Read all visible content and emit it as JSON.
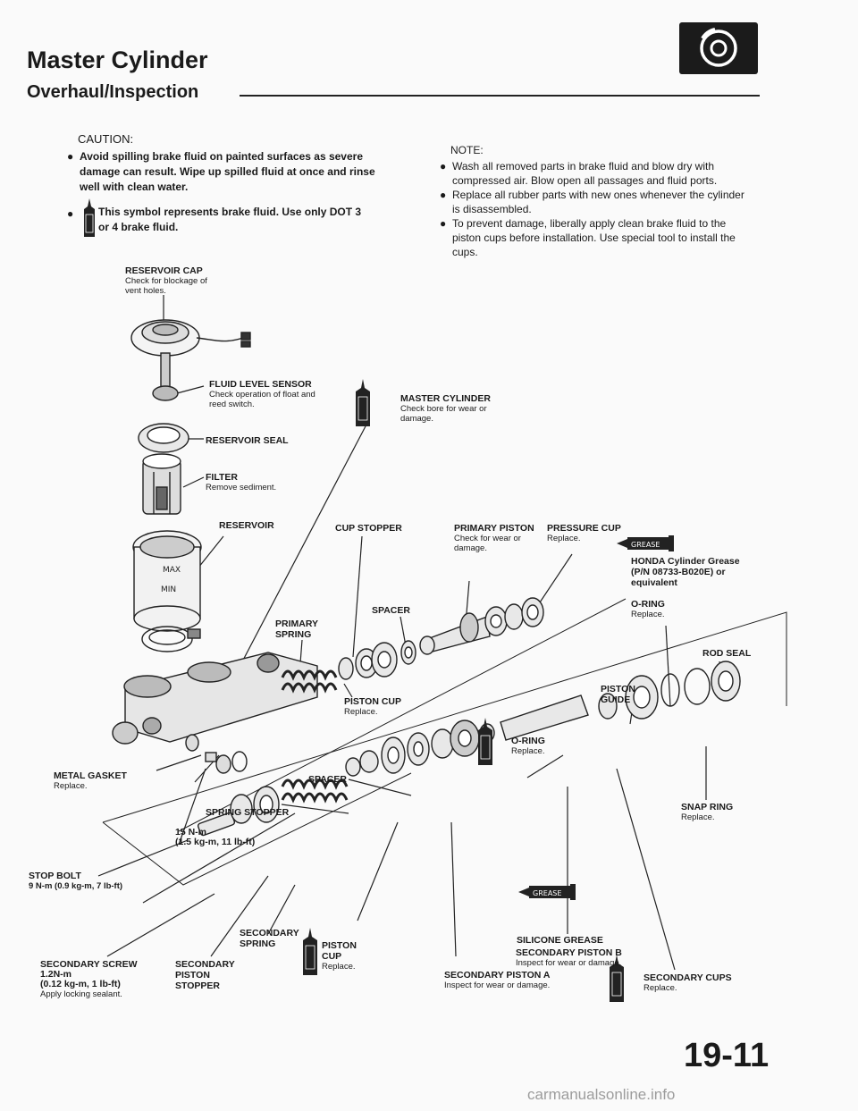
{
  "header": {
    "title": "Master Cylinder",
    "subtitle": "Overhaul/Inspection"
  },
  "caution": {
    "title": "CAUTION:",
    "text": "Avoid spilling brake fluid on painted surfaces as severe damage can result. Wipe up spilled fluid at once and rinse well with clean water.",
    "symbol_text": "This symbol represents brake fluid. Use only DOT 3 or 4 brake fluid."
  },
  "note": {
    "title": "NOTE:",
    "items": [
      "Wash all removed parts in brake fluid and blow dry with compressed air. Blow open all passages and fluid ports.",
      "Replace all rubber parts with new ones whenever the cylinder is disassembled.",
      "To prevent damage, liberally apply clean brake fluid to the piston cups before installation. Use special tool to install the cups."
    ]
  },
  "labels": {
    "reservoir_cap": {
      "name": "RESERVOIR CAP",
      "note": "Check for blockage of vent holes."
    },
    "fluid_level_sensor": {
      "name": "FLUID LEVEL SENSOR",
      "note": "Check operation of float and reed switch."
    },
    "reservoir_seal": {
      "name": "RESERVOIR SEAL"
    },
    "filter": {
      "name": "FILTER",
      "note": "Remove sediment."
    },
    "reservoir": {
      "name": "RESERVOIR"
    },
    "master_cylinder": {
      "name": "MASTER CYLINDER",
      "note": "Check bore for wear or damage."
    },
    "cup_stopper": {
      "name": "CUP STOPPER"
    },
    "primary_piston": {
      "name": "PRIMARY PISTON",
      "note": "Check for wear or damage."
    },
    "pressure_cup": {
      "name": "PRESSURE CUP",
      "note": "Replace."
    },
    "honda_grease": {
      "name": "HONDA Cylinder Grease (P/N 08733-B020E) or equivalent"
    },
    "o_ring_top": {
      "name": "O-RING",
      "note": "Replace."
    },
    "spacer_top": {
      "name": "SPACER"
    },
    "primary_spring": {
      "name": "PRIMARY SPRING"
    },
    "rod_seal": {
      "name": "ROD SEAL"
    },
    "piston_cup_top": {
      "name": "PISTON CUP",
      "note": "Replace."
    },
    "piston_guide": {
      "name": "PISTON GUIDE"
    },
    "o_ring_mid": {
      "name": "O-RING",
      "note": "Replace."
    },
    "metal_gasket": {
      "name": "METAL GASKET",
      "note": "Replace."
    },
    "spacer_mid": {
      "name": "SPACER"
    },
    "snap_ring": {
      "name": "SNAP RING",
      "note": "Replace."
    },
    "spring_stopper": {
      "name": "SPRING STOPPER"
    },
    "torque_15": {
      "line1": "15 N-m",
      "line2": "(1.5 kg-m, 11 lb-ft)"
    },
    "stop_bolt": {
      "name": "STOP BOLT",
      "note": "9 N-m (0.9 kg-m, 7 lb-ft)"
    },
    "silicone_grease": {
      "name": "SILICONE GREASE"
    },
    "secondary_piston_b": {
      "name": "SECONDARY PISTON B",
      "note": "Inspect for wear or damage."
    },
    "secondary_spring": {
      "name": "SECONDARY SPRING"
    },
    "piston_cup_bottom": {
      "name": "PISTON CUP",
      "note": "Replace."
    },
    "secondary_screw": {
      "name": "SECONDARY SCREW",
      "line2": "1.2N-m",
      "line3": "(0.12 kg-m, 1 lb-ft)",
      "note": "Apply locking sealant."
    },
    "secondary_piston_stopper": {
      "name": "SECONDARY PISTON STOPPER"
    },
    "secondary_piston_a": {
      "name": "SECONDARY PISTON A",
      "note": "Inspect for wear or damage."
    },
    "secondary_cups": {
      "name": "SECONDARY CUPS",
      "note": "Replace."
    }
  },
  "icons": {
    "fluid_label": "BRAKE FLUID",
    "grease_label": "GREASE",
    "max_mark": "MAX",
    "min_mark": "MIN"
  },
  "footer": {
    "page_number": "19-11",
    "watermark": "carmanualsonline.info"
  }
}
